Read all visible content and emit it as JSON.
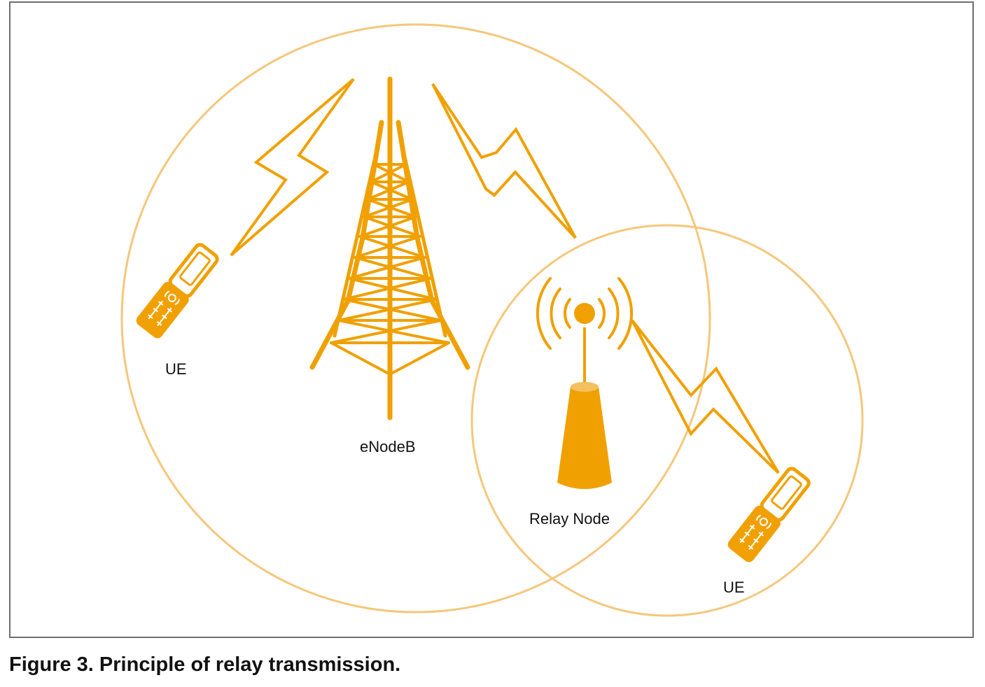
{
  "diagram": {
    "labels": {
      "ue_left": "UE",
      "enodeb": "eNodeB",
      "relay_node": "Relay Node",
      "ue_right": "UE"
    },
    "colors": {
      "accent": "#f0a000",
      "coverage_circle": "#f5c77a",
      "frame": "#6e6e6e",
      "text": "#111111"
    },
    "icons": [
      "transmission-tower-icon",
      "relay-antenna-icon",
      "flip-phone-icon",
      "lightning-link-icon"
    ]
  },
  "caption": "Figure 3. Principle of relay transmission."
}
